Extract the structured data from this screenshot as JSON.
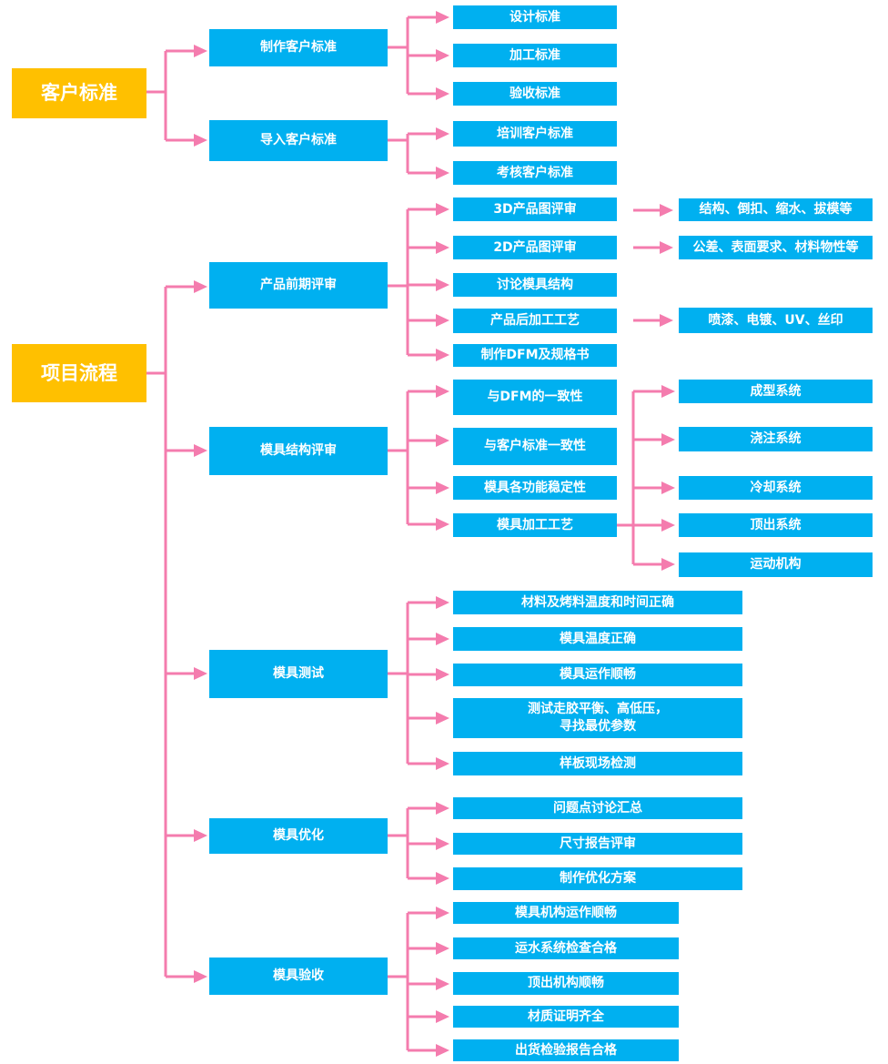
{
  "colors": {
    "root": "#FFC000",
    "node": "#00B0F0",
    "connector": "#F47CAE",
    "text": "#FFFFFF"
  },
  "root_customer": "客户标准",
  "root_project": "项目流程",
  "customer": {
    "make_std": "制作客户标准",
    "design": "设计标准",
    "process": "加工标准",
    "inspect": "验收标准",
    "import_std": "导入客户标准",
    "train": "培训客户标准",
    "assess": "考核客户标准"
  },
  "pre": {
    "label": "产品前期评审",
    "review_3d": "3D产品图评审",
    "review_3d_detail": "结构、倒扣、缩水、拔模等",
    "review_2d": "2D产品图评审",
    "review_2d_detail": "公差、表面要求、材料物性等",
    "discuss": "讨论模具结构",
    "post_process": "产品后加工工艺",
    "post_process_detail": "喷漆、电镀、UV、丝印",
    "dfm": "制作DFM及规格书"
  },
  "structure": {
    "label": "模具结构评审",
    "dfm_consistency": "与DFM的一致性",
    "cust_consistency": "与客户标准一致性",
    "stability": "模具各功能稳定性",
    "machining": "模具加工工艺",
    "forming": "成型系统",
    "pouring": "浇注系统",
    "cooling": "冷却系统",
    "ejection": "顶出系统",
    "motion": "运动机构"
  },
  "test": {
    "label": "模具测试",
    "material": "材料及烤料温度和时间正确",
    "temperature": "模具温度正确",
    "smooth": "模具运作顺畅",
    "balance": "测试走胶平衡、高低压，\n寻找最优参数",
    "sample": "样板现场检测"
  },
  "optimize": {
    "label": "模具优化",
    "issues": "问题点讨论汇总",
    "dimensions": "尺寸报告评审",
    "plan": "制作优化方案"
  },
  "acceptance": {
    "label": "模具验收",
    "mech_smooth": "模具机构运作顺畅",
    "water": "运水系统检查合格",
    "eject_smooth": "顶出机构顺畅",
    "certificate": "材质证明齐全",
    "shipping": "出货检验报告合格"
  }
}
